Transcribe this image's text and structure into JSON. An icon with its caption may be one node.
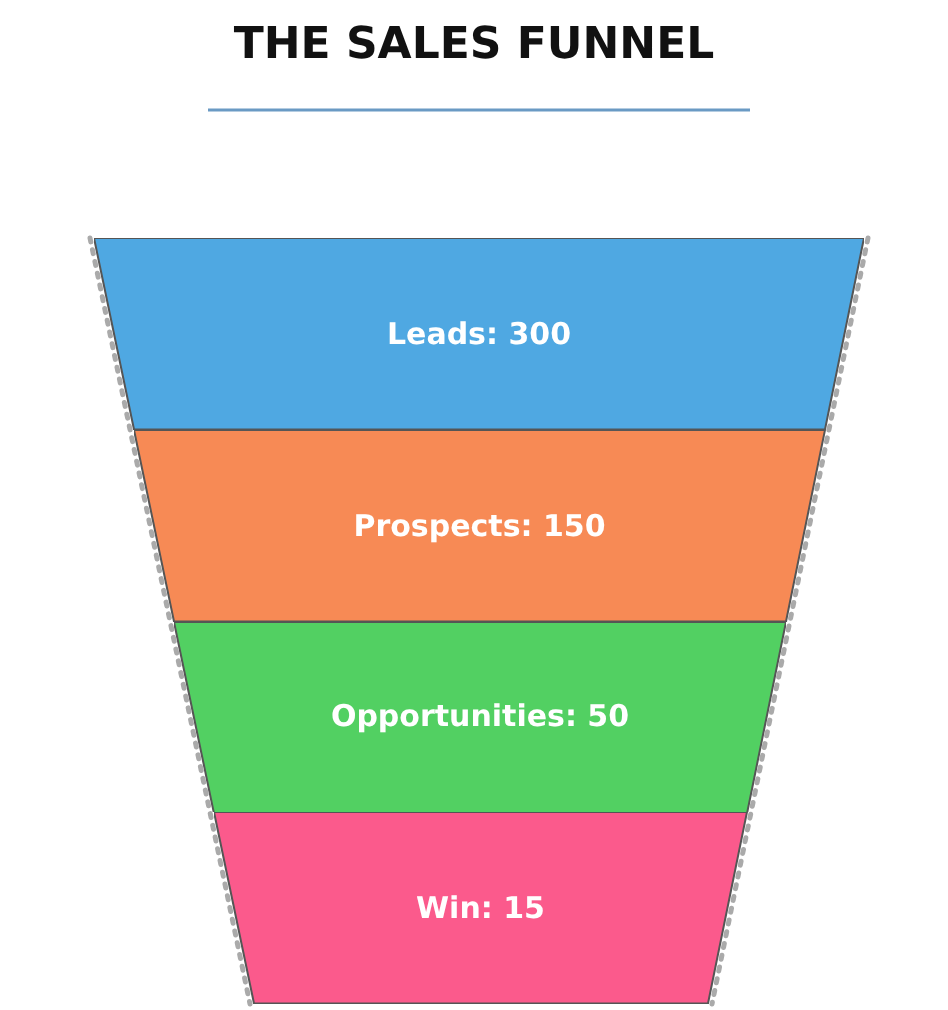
{
  "diagram": {
    "title": "THE SALES FUNNEL",
    "nodes": [
      {
        "text": [
          "Leads: 300"
        ]
      },
      {
        "text": [
          "Prospects: 150"
        ]
      },
      {
        "text": [
          "Opportunities: 50"
        ]
      },
      {
        "text": [
          "Win: 15"
        ]
      }
    ],
    "edges": []
  }
}
